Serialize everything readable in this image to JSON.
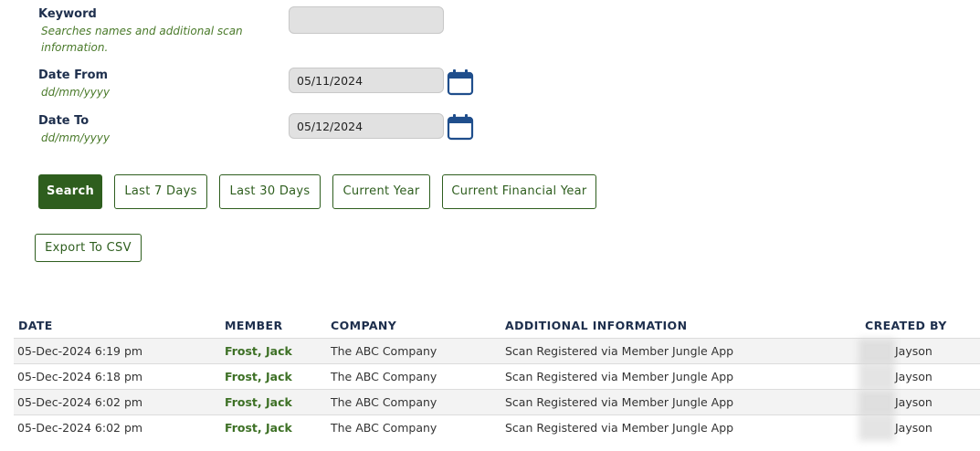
{
  "filters": {
    "keyword": {
      "label": "Keyword",
      "hint": "Searches names and additional scan information.",
      "value": ""
    },
    "date_from": {
      "label": "Date From",
      "hint": "dd/mm/yyyy",
      "value": "05/11/2024"
    },
    "date_to": {
      "label": "Date To",
      "hint": "dd/mm/yyyy",
      "value": "05/12/2024"
    }
  },
  "buttons": {
    "search": "Search",
    "last7": "Last 7 Days",
    "last30": "Last 30 Days",
    "current_year": "Current Year",
    "current_financial_year": "Current Financial Year",
    "export_csv": "Export To CSV"
  },
  "colors": {
    "accent": "#2e5e1e",
    "heading": "#1e2f4d",
    "hint": "#4a7a2a",
    "calendar": "#1f4e8c"
  },
  "icons": {
    "calendar": "calendar-icon"
  },
  "table": {
    "headers": [
      "DATE",
      "MEMBER",
      "COMPANY",
      "ADDITIONAL INFORMATION",
      "CREATED BY"
    ],
    "rows": [
      {
        "date": "05-Dec-2024 6:19 pm",
        "member": "Frost, Jack",
        "company": "The ABC Company",
        "info": "Scan Registered via Member Jungle App",
        "created_by": "Jayson"
      },
      {
        "date": "05-Dec-2024 6:18 pm",
        "member": "Frost, Jack",
        "company": "The ABC Company",
        "info": "Scan Registered via Member Jungle App",
        "created_by": "Jayson"
      },
      {
        "date": "05-Dec-2024 6:02 pm",
        "member": "Frost, Jack",
        "company": "The ABC Company",
        "info": "Scan Registered via Member Jungle App",
        "created_by": "Jayson"
      },
      {
        "date": "05-Dec-2024 6:02 pm",
        "member": "Frost, Jack",
        "company": "The ABC Company",
        "info": "Scan Registered via Member Jungle App",
        "created_by": "Jayson"
      }
    ]
  }
}
